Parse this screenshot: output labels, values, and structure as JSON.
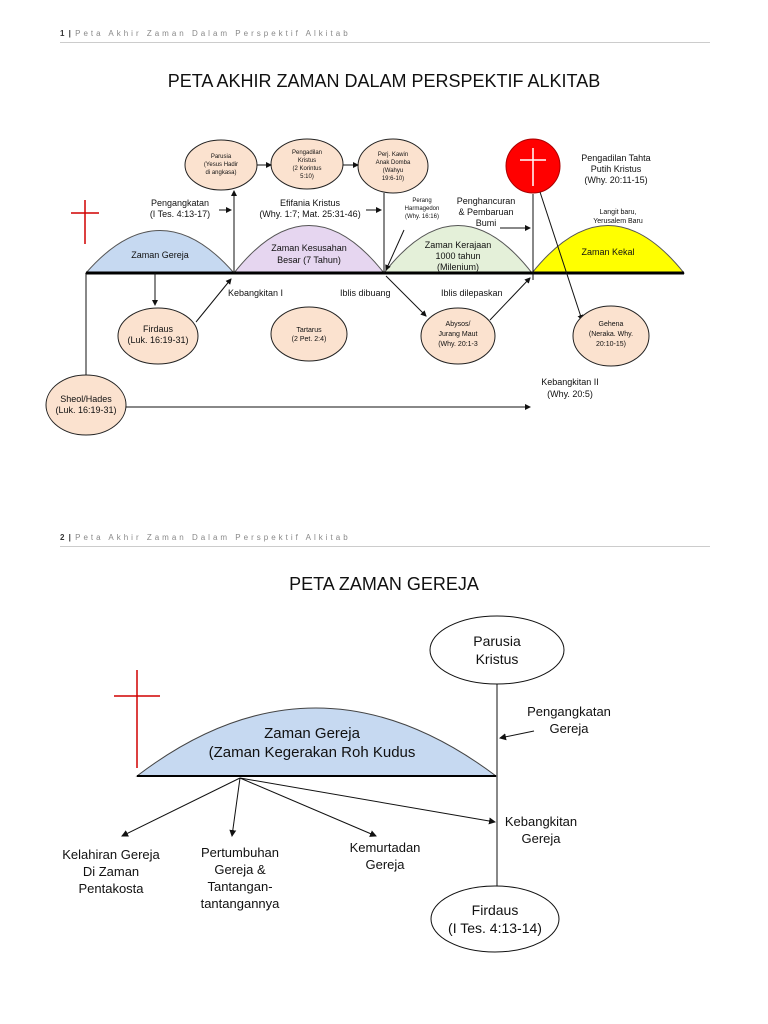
{
  "page1": {
    "header_num": "1",
    "header_text": "Peta Akhir Zaman Dalam Perspektif Alkitab",
    "title": "PETA AKHIR ZAMAN DALAM PERSPEKTIF ALKITAB",
    "eras": {
      "gereja": "Zaman Gereja",
      "kesusahan": [
        "Zaman Kesusahan",
        "Besar (7 Tahun)"
      ],
      "kerajaan": [
        "Zaman Kerajaan",
        "1000 tahun",
        "(Milenium)"
      ],
      "kekal": "Zaman Kekal"
    },
    "bubbles": {
      "parusia": [
        "Parusia",
        "(Yesus Hadir",
        "di angkasa)"
      ],
      "pengadilan_kristus": [
        "Pengadilan",
        "Kristus",
        "(2 Korintus",
        "5:10)"
      ],
      "perj_kawin": [
        "Perj. Kawin",
        "Anak Domba",
        "(Wahyu",
        "19:6-10)"
      ],
      "firdaus": [
        "Firdaus",
        "(Luk. 16:19-31)"
      ],
      "tartarus": [
        "Tartarus",
        "(2 Pet. 2:4)"
      ],
      "abysos": [
        "Abysos/",
        "Jurang Maut",
        "(Why. 20:1-3"
      ],
      "gehena": [
        "Gehena",
        "(Neraka. Why.",
        "20:10-15)"
      ],
      "sheol": [
        "Sheol/Hades",
        "(Luk. 16:19-31)"
      ]
    },
    "labels": {
      "pengangkatan": [
        "Pengangkatan",
        "(I Tes. 4:13-17)"
      ],
      "efifania": [
        "Efifania Kristus",
        "(Why. 1:7; Mat. 25:31-46)"
      ],
      "perang": [
        "Perang",
        "Harmagedon",
        "(Why. 16:16)"
      ],
      "penghancuran": [
        "Penghancuran",
        "& Pembaruan",
        "Bumi"
      ],
      "pengadilan_tahta": [
        "Pengadilan Tahta",
        "Putih Kristus",
        "(Why. 20:11-15)"
      ],
      "langit_baru": [
        "Langit baru,",
        "Yerusalem Baru"
      ],
      "kebangkitan1": "Kebangkitan I",
      "iblis_dibuang": "Iblis dibuang",
      "iblis_dilepaskan": "Iblis dilepaskan",
      "kebangkitan2": [
        "Kebangkitan II",
        "(Why. 20:5)"
      ]
    },
    "colors": {
      "gereja": "#c6d9f1",
      "kesusahan": "#e6d6f0",
      "kerajaan": "#e4f0d9",
      "kekal": "#ffff00",
      "bubble": "#fbe2cf",
      "red_circle": "#ff0000",
      "cross": "#d00000"
    }
  },
  "page2": {
    "header_num": "2",
    "header_text": "Peta Akhir Zaman Dalam Perspektif Alkitab",
    "title": "PETA ZAMAN GEREJA",
    "dome": [
      "Zaman Gereja",
      "(Zaman Kegerakan Roh Kudus"
    ],
    "parusia": [
      "Parusia",
      "Kristus"
    ],
    "pengangkatan": [
      "Pengangkatan",
      "Gereja"
    ],
    "kebangkitan": [
      "Kebangkitan",
      "Gereja"
    ],
    "firdaus": [
      "Firdaus",
      "(I Tes. 4:13-14)"
    ],
    "kelahiran": [
      "Kelahiran Gereja",
      "Di Zaman",
      "Pentakosta"
    ],
    "pertumbuhan": [
      "Pertumbuhan",
      "Gereja &",
      "Tantangan-",
      "tantangannya"
    ],
    "kemurtadan": [
      "Kemurtadan",
      "Gereja"
    ]
  }
}
